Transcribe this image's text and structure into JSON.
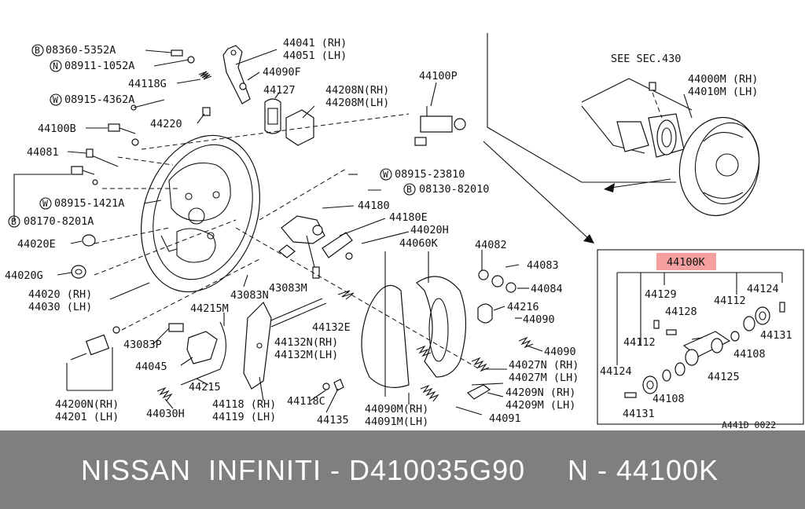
{
  "colors": {
    "highlight": "#f4a0a0",
    "banner": "#7f7f7f",
    "banner_text": "#ffffff"
  },
  "labels": {
    "l08360": "08360-5352A",
    "l08911": "08911-1052A",
    "l44118G": "44118G",
    "l08915_4362": "08915-4362A",
    "l44100B": "44100B",
    "l44220": "44220",
    "l44081": "44081",
    "l08915_1421": "08915-1421A",
    "l08170": "08170-8201A",
    "l44020E": "44020E",
    "l44020G": "44020G",
    "l44020rh": "44020 (RH)",
    "l44030lh": "44030 (LH)",
    "l44041": "44041 (RH)",
    "l44051": "44051 (LH)",
    "l44090F": "44090F",
    "l44127": "44127",
    "l44208N": "44208N(RH)",
    "l44208M": "44208M(LH)",
    "l44100P": "44100P",
    "l08915_2381": "08915-23810",
    "l08130": "08130-82010",
    "l44180": "44180",
    "l44180E": "44180E",
    "l44020H": "44020H",
    "l44060K": "44060K",
    "l44082": "44082",
    "l44083": "44083",
    "l44084": "44084",
    "l44216": "44216",
    "l44090a": "44090",
    "l44090b": "44090",
    "l43083N": "43083N",
    "l43083M": "43083M",
    "l44215M": "44215M",
    "l44132E": "44132E",
    "l44132N": "44132N(RH)",
    "l44132M": "44132M(LH)",
    "l43083P": "43083P",
    "l44045": "44045",
    "l44215": "44215",
    "l44200N": "44200N(RH)",
    "l44201": "44201  (LH)",
    "l44030H": "44030H",
    "l44118rh": "44118 (RH)",
    "l44119lh": "44119 (LH)",
    "l44118C": "44118C",
    "l44135": "44135",
    "l44090M": "44090M(RH)",
    "l44091M": "44091M(LH)",
    "l44027N": "44027N (RH)",
    "l44027M": "44027M (LH)",
    "l44209N": "44209N (RH)",
    "l44209M": "44209M (LH)",
    "l44091": "44091",
    "seeSec": "SEE SEC.430",
    "l44000M": "44000M (RH)",
    "l44010M": "44010M (LH)",
    "l44100K": "44100K",
    "l44129": "44129",
    "l44128": "44128",
    "l44112a": "44112",
    "l44112b": "44112",
    "l44124a": "44124",
    "l44124b": "44124",
    "l44131a": "44131",
    "l44131b": "44131",
    "l44108a": "44108",
    "l44108b": "44108",
    "l44125": "44125",
    "ref": "A441D 0022",
    "circB1": "B",
    "circN": "N",
    "circW1": "W",
    "circW2": "W",
    "circB2": "B",
    "circW3": "W",
    "circB3": "B"
  },
  "banner": {
    "left": "NISSAN  INFINITI - D410035G90",
    "right": "N - 44100K"
  }
}
